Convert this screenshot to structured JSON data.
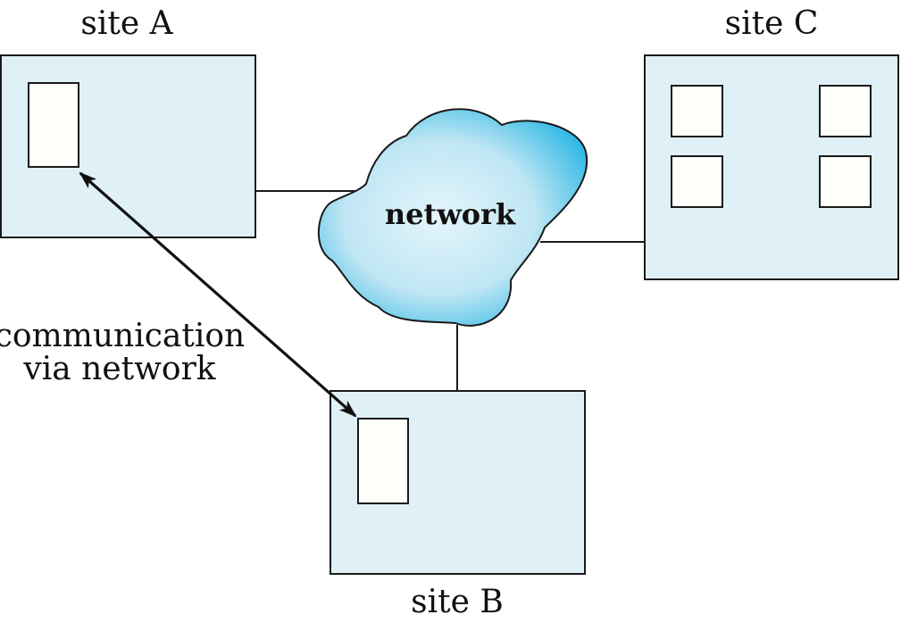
{
  "sites": {
    "a": {
      "label": "site A"
    },
    "b": {
      "label": "site B"
    },
    "c": {
      "label": "site C"
    }
  },
  "network": {
    "label": "network"
  },
  "communication": {
    "line1": "communication",
    "line2": "via network"
  },
  "colors": {
    "site_fill": "#dff0f7",
    "node_fill": "#fffffb",
    "cloud_light": "#d4eef8",
    "cloud_dark": "#22b4e2",
    "stroke": "#1a1a1a"
  }
}
